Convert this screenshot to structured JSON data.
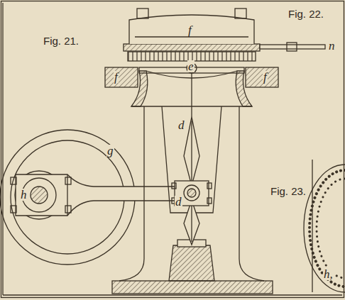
{
  "diagram": {
    "labels": [
      "Fig. 21.",
      "Fig. 22.",
      "Fig. 23.",
      "f",
      "e",
      "f",
      "f",
      "n",
      "d",
      "d",
      "g",
      "h",
      "h,"
    ]
  }
}
